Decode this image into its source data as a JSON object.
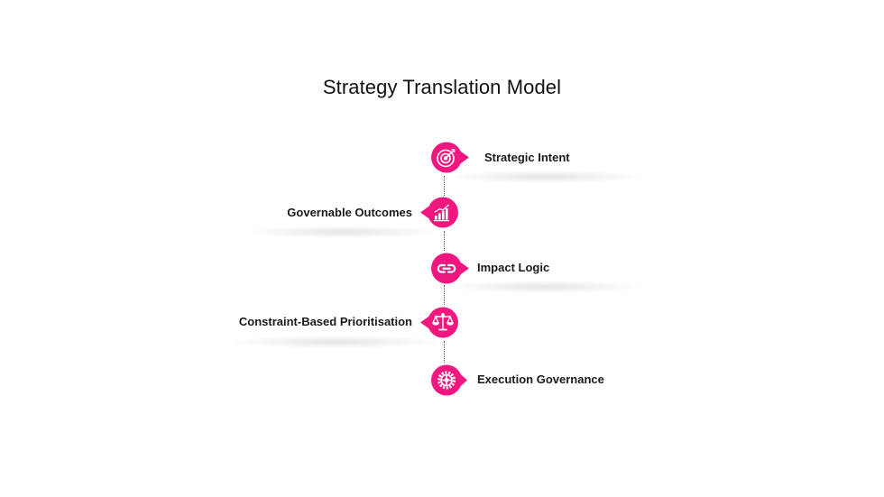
{
  "title": "Strategy Translation Model",
  "accent_color": "#f0177e",
  "steps": [
    {
      "label": "Strategic Intent",
      "side": "right",
      "icon": "target-icon"
    },
    {
      "label": "Governable Outcomes",
      "side": "left",
      "icon": "bar-chart-icon"
    },
    {
      "label": "Impact Logic",
      "side": "right",
      "icon": "link-icon"
    },
    {
      "label": "Constraint-Based Prioritisation",
      "side": "left",
      "icon": "scales-icon"
    },
    {
      "label": "Execution Governance",
      "side": "right",
      "icon": "gear-icon"
    }
  ]
}
